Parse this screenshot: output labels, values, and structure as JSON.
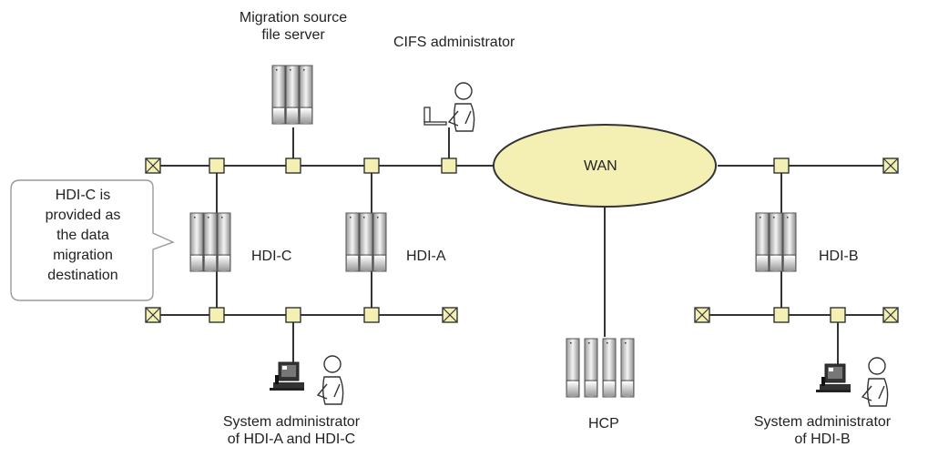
{
  "labels": {
    "migration_source_line1": "Migration source",
    "migration_source_line2": "file server",
    "cifs_admin": "CIFS administrator",
    "wan": "WAN",
    "hdi_c": "HDI-C",
    "hdi_a": "HDI-A",
    "hdi_b": "HDI-B",
    "hcp": "HCP",
    "callout_line1": "HDI-C is",
    "callout_line2": "provided as",
    "callout_line3": "the data",
    "callout_line4": "migration",
    "callout_line5": "destination",
    "sysadmin_ac_line1": "System administrator",
    "sysadmin_ac_line2": "of HDI-A and HDI-C",
    "sysadmin_b_line1": "System administrator",
    "sysadmin_b_line2": "of HDI-B"
  },
  "colors": {
    "node_fill": "#f4f0b4",
    "wan_fill": "#f4f0b4",
    "line": "#333333",
    "server_dark": "#8a8a8a",
    "server_light": "#f2f2f2"
  },
  "icons": [
    "server-icon",
    "person-laptop-icon",
    "person-workstation-icon",
    "terminator-icon",
    "network-node-icon"
  ]
}
